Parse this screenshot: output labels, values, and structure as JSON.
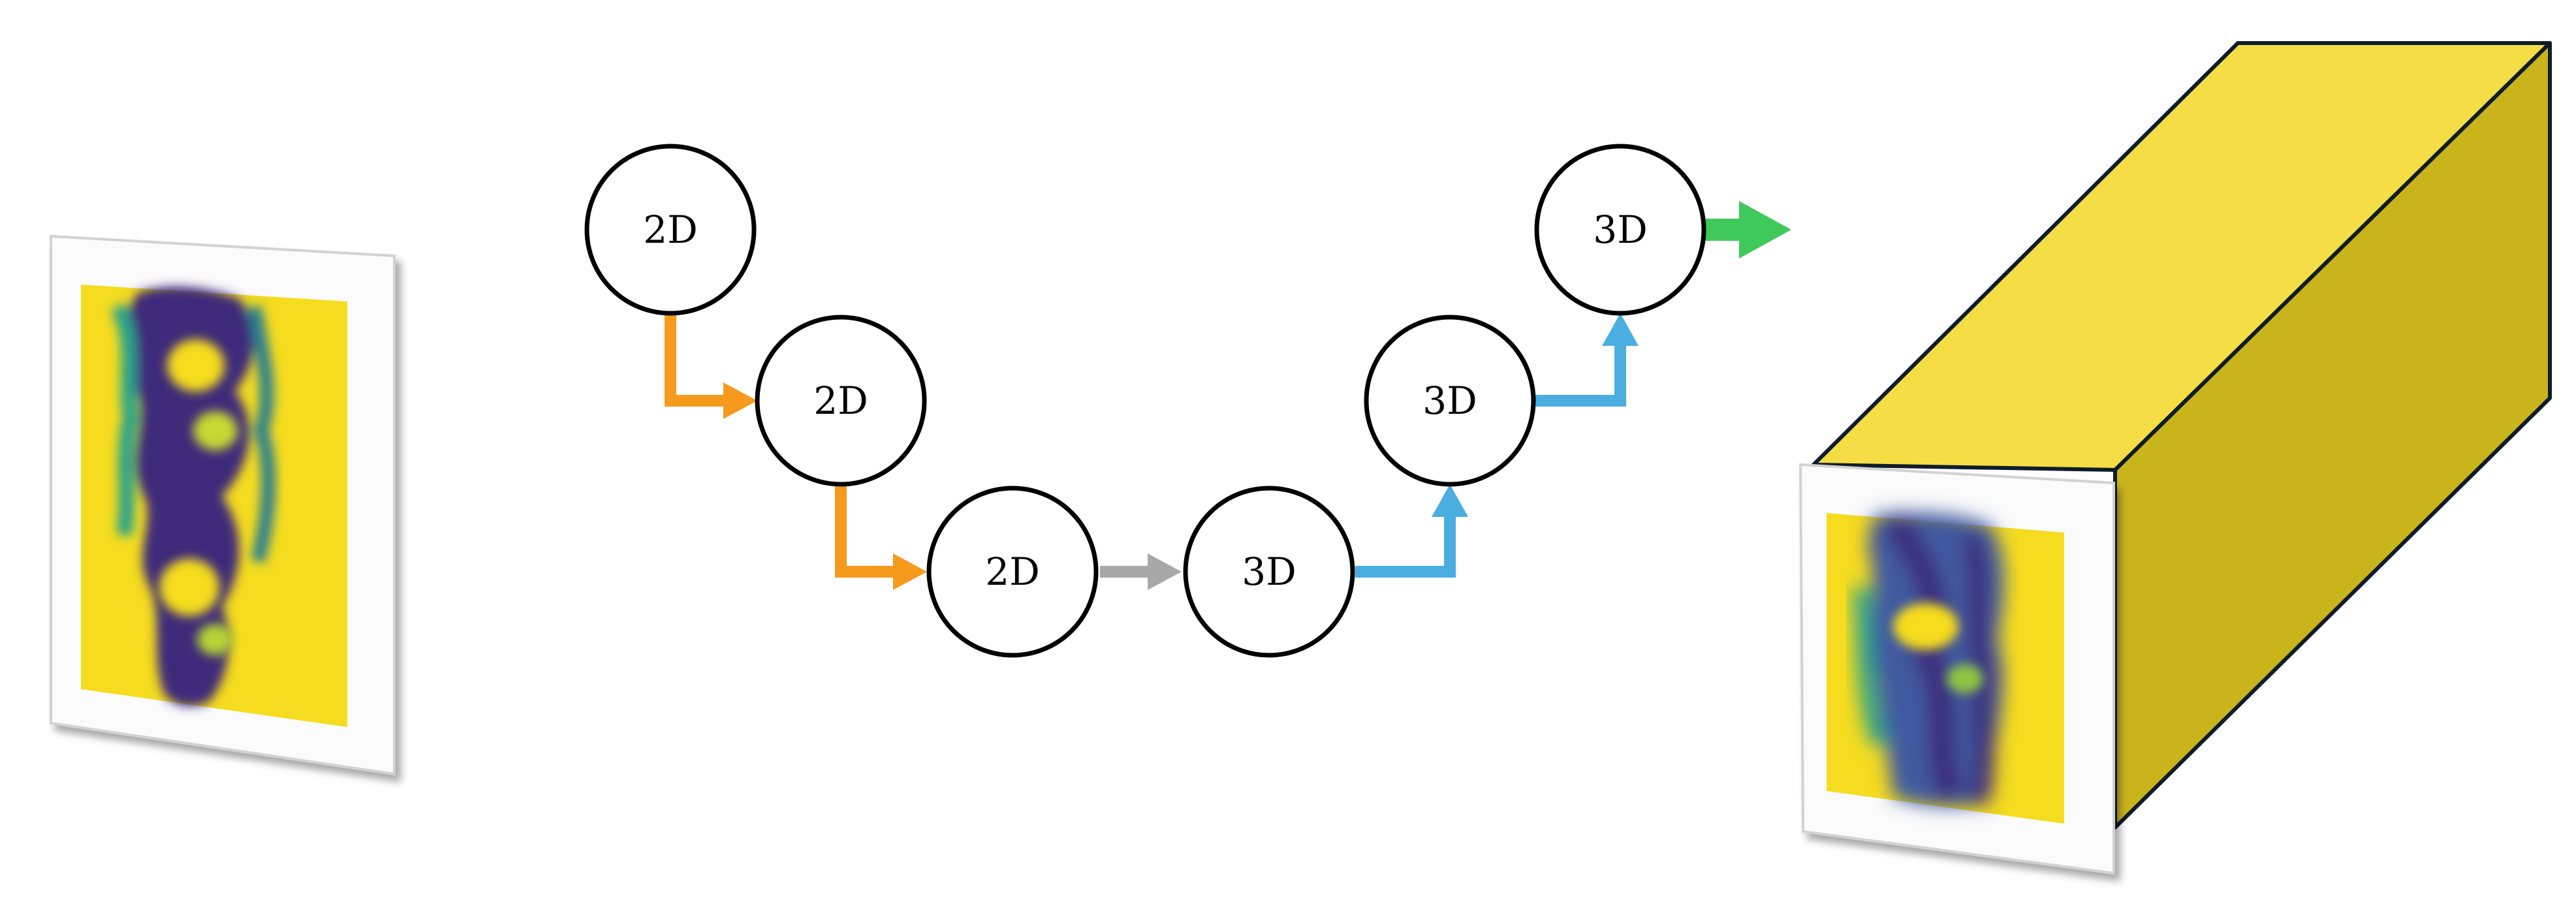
{
  "nodes": [
    {
      "label": "2D",
      "kind": "2d"
    },
    {
      "label": "2D",
      "kind": "2d"
    },
    {
      "label": "2D",
      "kind": "2d"
    },
    {
      "label": "3D",
      "kind": "3d"
    },
    {
      "label": "3D",
      "kind": "3d"
    },
    {
      "label": "3D",
      "kind": "3d"
    }
  ],
  "colors": {
    "encoder_arrow": "#f59a1c",
    "bridge_arrow": "#a8a8a8",
    "decoder_arrow": "#4aaee0",
    "output_arrow": "#3fc95a",
    "field_background": "#f5dc1f",
    "field_structure": "#3c2a7a",
    "volume_front": "#f5de45",
    "volume_side": "#c9b41c",
    "volume_edge": "#0f1c2b"
  },
  "icons": {
    "input": "2d-field-slice-icon",
    "output": "3d-volume-block-icon"
  }
}
